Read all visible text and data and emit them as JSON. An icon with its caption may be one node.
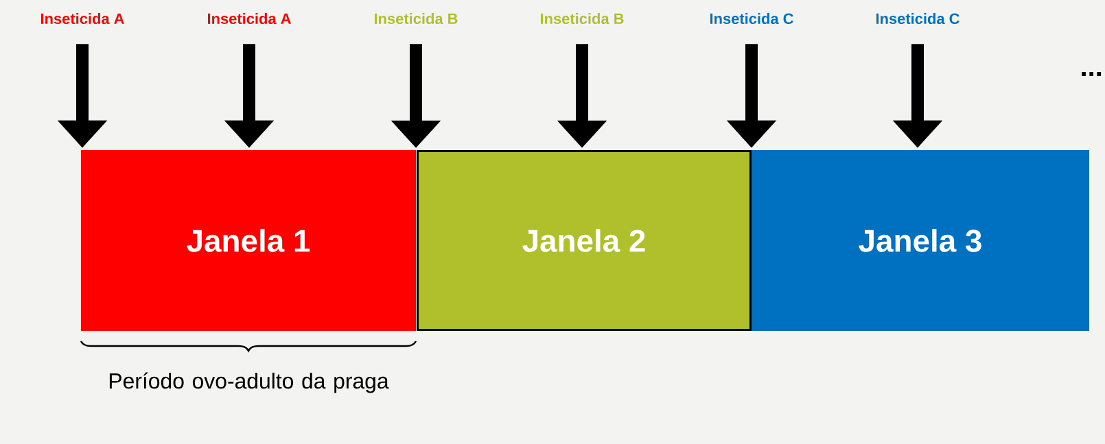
{
  "diagram": {
    "nodes": [
      {
        "text": [
          "Inseticida A"
        ]
      },
      {
        "text": [
          "Inseticida A"
        ]
      },
      {
        "text": [
          "Inseticida B"
        ]
      },
      {
        "text": [
          "Inseticida B"
        ]
      },
      {
        "text": [
          "Inseticida C"
        ]
      },
      {
        "text": [
          "Inseticida C"
        ]
      },
      {
        "text": [
          "Janela 1"
        ],
        "beside": [
          "Período ovo-adulto da praga"
        ]
      },
      {
        "text": [
          "Janela 2"
        ]
      },
      {
        "text": [
          "Janela 3"
        ]
      }
    ],
    "edges": [
      {
        "from": 0,
        "to": 6,
        "arrow": "to"
      },
      {
        "from": 1,
        "to": 6,
        "arrow": "to"
      },
      {
        "from": 2,
        "to": 7,
        "arrow": "to"
      },
      {
        "from": 3,
        "to": 7,
        "arrow": "to"
      },
      {
        "from": 4,
        "to": 8,
        "arrow": "to"
      },
      {
        "from": 5,
        "to": 8,
        "arrow": "to"
      }
    ],
    "labels": [
      "..."
    ]
  }
}
